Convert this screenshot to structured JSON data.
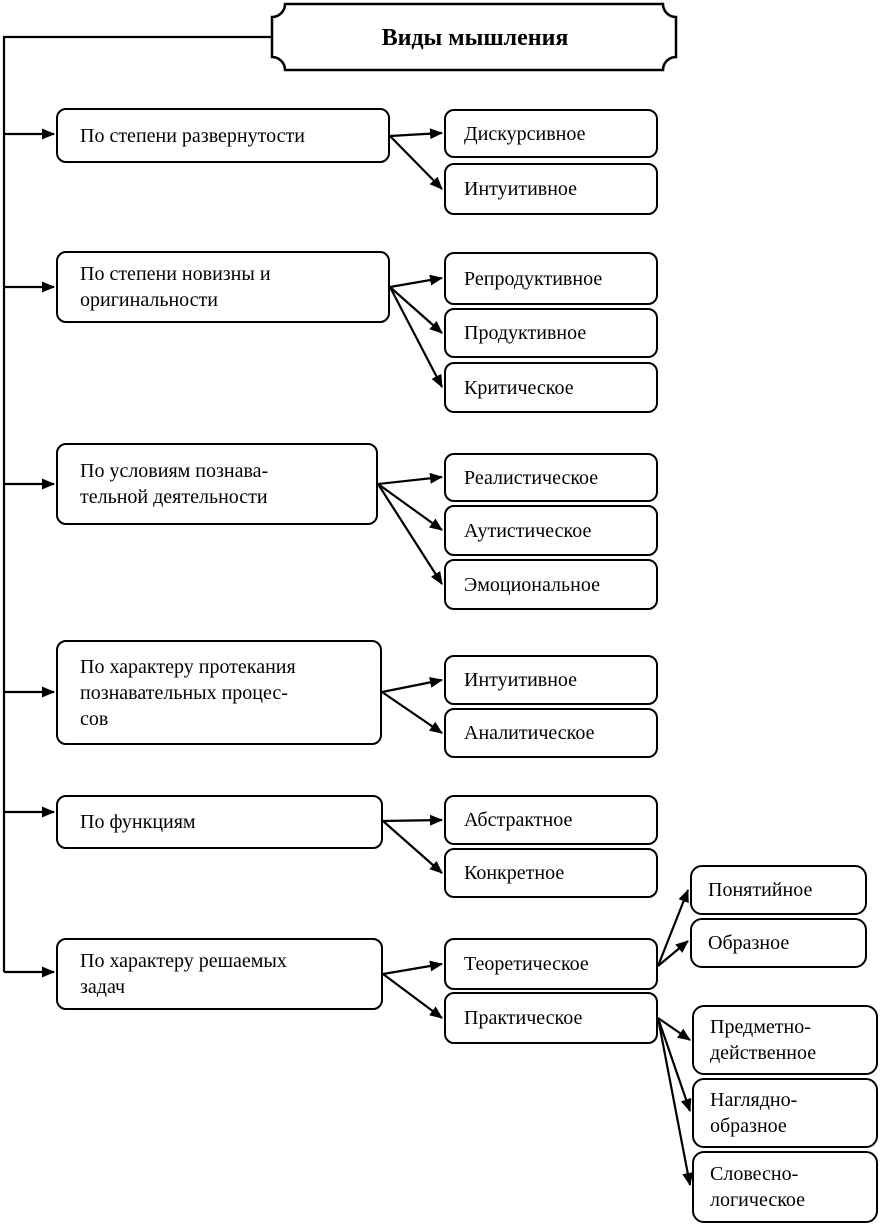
{
  "diagram": {
    "title": "Виды мышления",
    "colors": {
      "stroke": "#000000",
      "box_fill": "#ffffff",
      "text": "#000000"
    },
    "groups": [
      {
        "category": {
          "lines": [
            "По степени развернутости"
          ]
        },
        "types": [
          {
            "lines": [
              "Дискурсивное"
            ]
          },
          {
            "lines": [
              "Интуитивное"
            ]
          }
        ]
      },
      {
        "category": {
          "lines": [
            "По степени новизны и",
            "оригинальности"
          ]
        },
        "types": [
          {
            "lines": [
              "Репродуктивное"
            ]
          },
          {
            "lines": [
              "Продуктивное"
            ]
          },
          {
            "lines": [
              "Критическое"
            ]
          }
        ]
      },
      {
        "category": {
          "lines": [
            "По условиям познава-",
            "тельной деятельности"
          ]
        },
        "types": [
          {
            "lines": [
              "Реалистическое"
            ]
          },
          {
            "lines": [
              "Аутистическое"
            ]
          },
          {
            "lines": [
              "Эмоциональное"
            ]
          }
        ]
      },
      {
        "category": {
          "lines": [
            "По характеру протекания",
            "познавательных процес-",
            "сов"
          ]
        },
        "types": [
          {
            "lines": [
              "Интуитивное"
            ]
          },
          {
            "lines": [
              "Аналитическое"
            ]
          }
        ]
      },
      {
        "category": {
          "lines": [
            "По функциям"
          ]
        },
        "types": [
          {
            "lines": [
              "Абстрактное"
            ]
          },
          {
            "lines": [
              "Конкретное"
            ]
          }
        ]
      },
      {
        "category": {
          "lines": [
            "По характеру решаемых",
            "задач"
          ]
        },
        "types": [
          {
            "lines": [
              "Теоретическое"
            ]
          },
          {
            "lines": [
              "Практическое"
            ]
          }
        ]
      }
    ],
    "theoretical_subtypes": [
      {
        "lines": [
          "Понятийное"
        ]
      },
      {
        "lines": [
          "Образное"
        ]
      }
    ],
    "practical_subtypes": [
      {
        "lines": [
          "Предметно-",
          "действенное"
        ]
      },
      {
        "lines": [
          "Наглядно-",
          "образное"
        ]
      },
      {
        "lines": [
          "Словесно-",
          "логическое"
        ]
      }
    ]
  }
}
